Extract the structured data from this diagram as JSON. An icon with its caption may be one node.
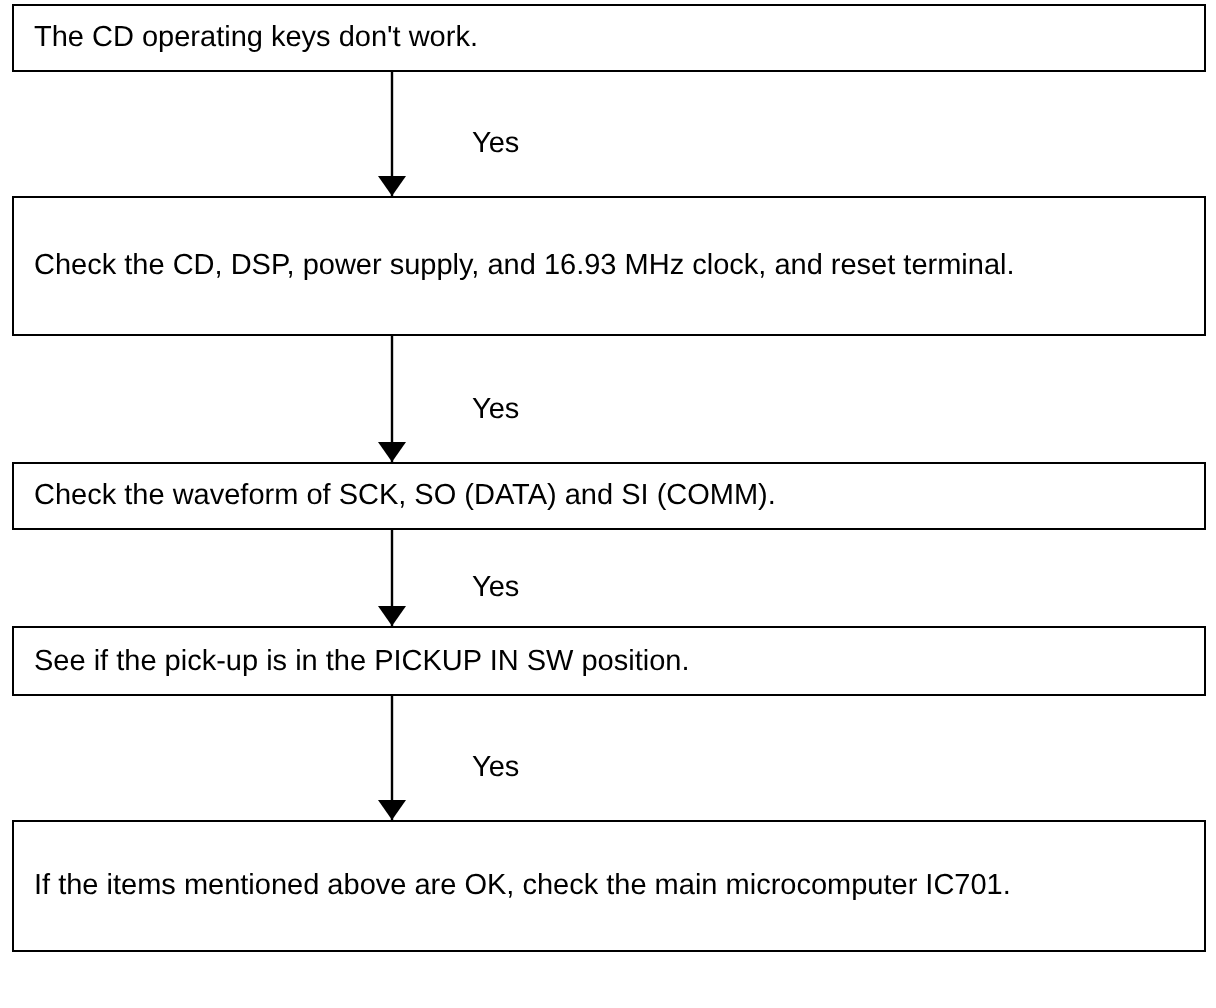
{
  "diagram": {
    "nodes": [
      {
        "text": [
          "The CD operating keys don't work."
        ]
      },
      {
        "text": [
          "Check the CD, DSP, power supply, and 16.93 MHz clock, and reset terminal."
        ]
      },
      {
        "text": [
          "Check the waveform of SCK, SO (DATA) and SI (COMM)."
        ]
      },
      {
        "text": [
          "See if the pick-up is in the PICKUP IN SW position."
        ]
      },
      {
        "text": [
          "If the items mentioned above are OK, check the main microcomputer IC701."
        ]
      }
    ],
    "edges": [
      {
        "from": 0,
        "to": 1,
        "arrow": "to",
        "label": "Yes"
      },
      {
        "from": 1,
        "to": 2,
        "arrow": "to",
        "label": "Yes"
      },
      {
        "from": 2,
        "to": 3,
        "arrow": "to",
        "label": "Yes"
      },
      {
        "from": 3,
        "to": 4,
        "arrow": "to",
        "label": "Yes"
      }
    ]
  }
}
